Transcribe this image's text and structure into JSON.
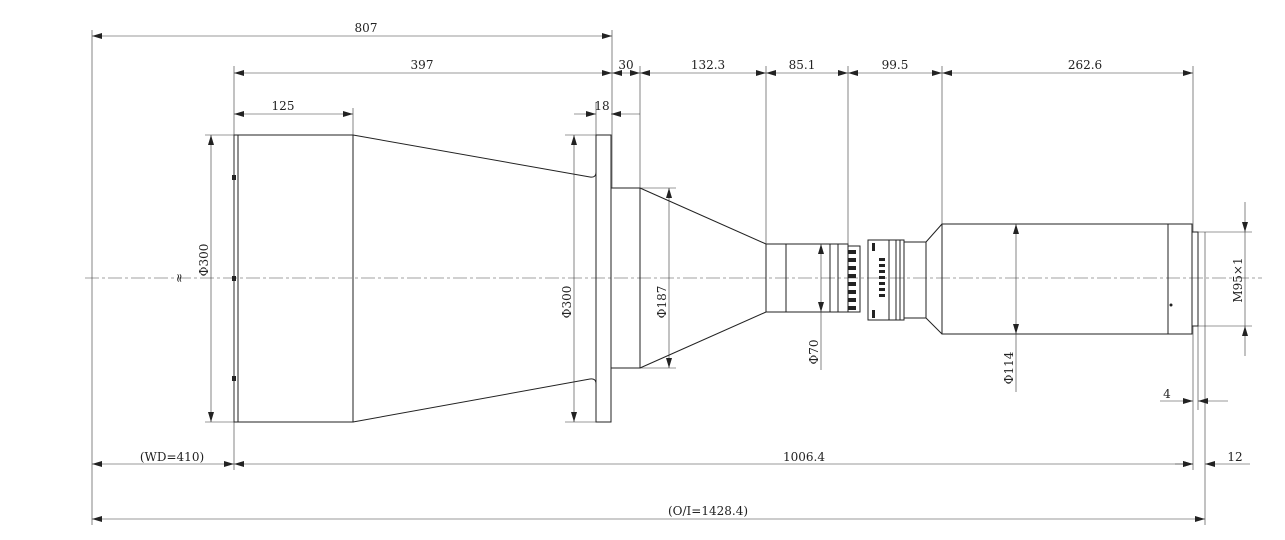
{
  "title": "",
  "colors": {
    "line": "#222222",
    "background": "#ffffff"
  },
  "dimensions": {
    "overall_top": "807",
    "front_to_flange": "397",
    "front_barrel": "125",
    "flange_thickness": "18",
    "flange_offset": "30",
    "cone_section": "132.3",
    "focus_section": "85.1",
    "mid_section": "99.5",
    "rear_barrel": "262.6",
    "front_dia": "Φ300",
    "flange_dia": "Φ300",
    "cone_dia": "Φ187",
    "focus_dia": "Φ70",
    "rear_dia": "Φ114",
    "mount_thread": "M95×1",
    "mount_depth": "4",
    "working_distance": "(WD=410)",
    "lens_length": "1006.4",
    "back_focus": "12",
    "object_to_image": "(O/I=1428.4)",
    "break_symbol": "≈"
  }
}
